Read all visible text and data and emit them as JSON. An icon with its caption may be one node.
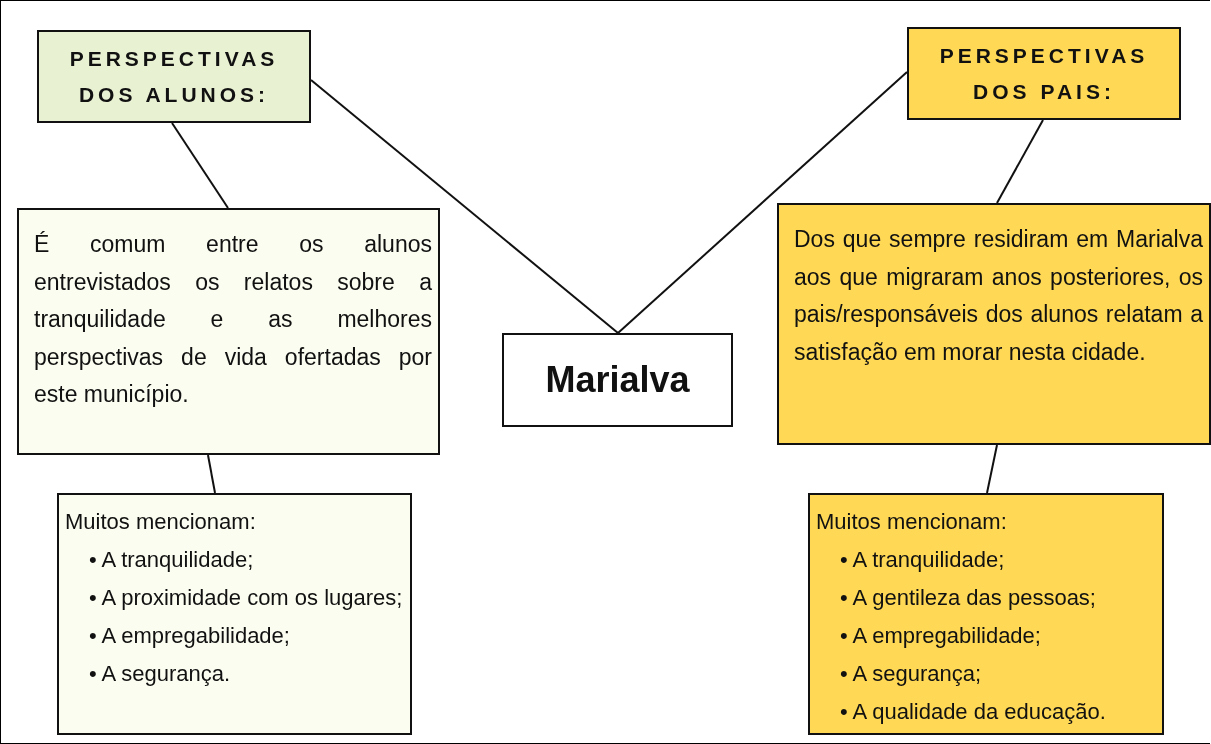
{
  "diagram": {
    "nodes": [
      {
        "text": [
          "Marialva"
        ]
      },
      {
        "text": [
          "PERSPECTIVAS DOS ALUNOS:"
        ]
      },
      {
        "text": [
          "É comum entre os alunos entrevistados os relatos sobre a tranquilidade e as melhores perspectivas de vida ofertadas por este município."
        ]
      },
      {
        "text": [
          "Muitos mencionam:",
          "• A tranquilidade;",
          "• A proximidade com os lugares;",
          "• A empregabilidade;",
          "• A segurança."
        ]
      },
      {
        "text": [
          "PERSPECTIVAS DOS PAIS:"
        ]
      },
      {
        "text": [
          "Dos que sempre residiram em Marialva aos que migraram anos posteriores, os pais/responsáveis dos alunos relatam a satisfação em morar nesta cidade."
        ]
      },
      {
        "text": [
          "Muitos mencionam:",
          "• A tranquilidade;",
          "• A gentileza das pessoas;",
          "• A empregabilidade;",
          "• A segurança;",
          "• A qualidade da educação."
        ]
      }
    ],
    "edges": [
      {
        "from": 0,
        "to": 1,
        "arrow": "none"
      },
      {
        "from": 1,
        "to": 2,
        "arrow": "none"
      },
      {
        "from": 2,
        "to": 3,
        "arrow": "none"
      },
      {
        "from": 0,
        "to": 4,
        "arrow": "none"
      },
      {
        "from": 4,
        "to": 5,
        "arrow": "none"
      },
      {
        "from": 5,
        "to": 6,
        "arrow": "none"
      }
    ]
  }
}
